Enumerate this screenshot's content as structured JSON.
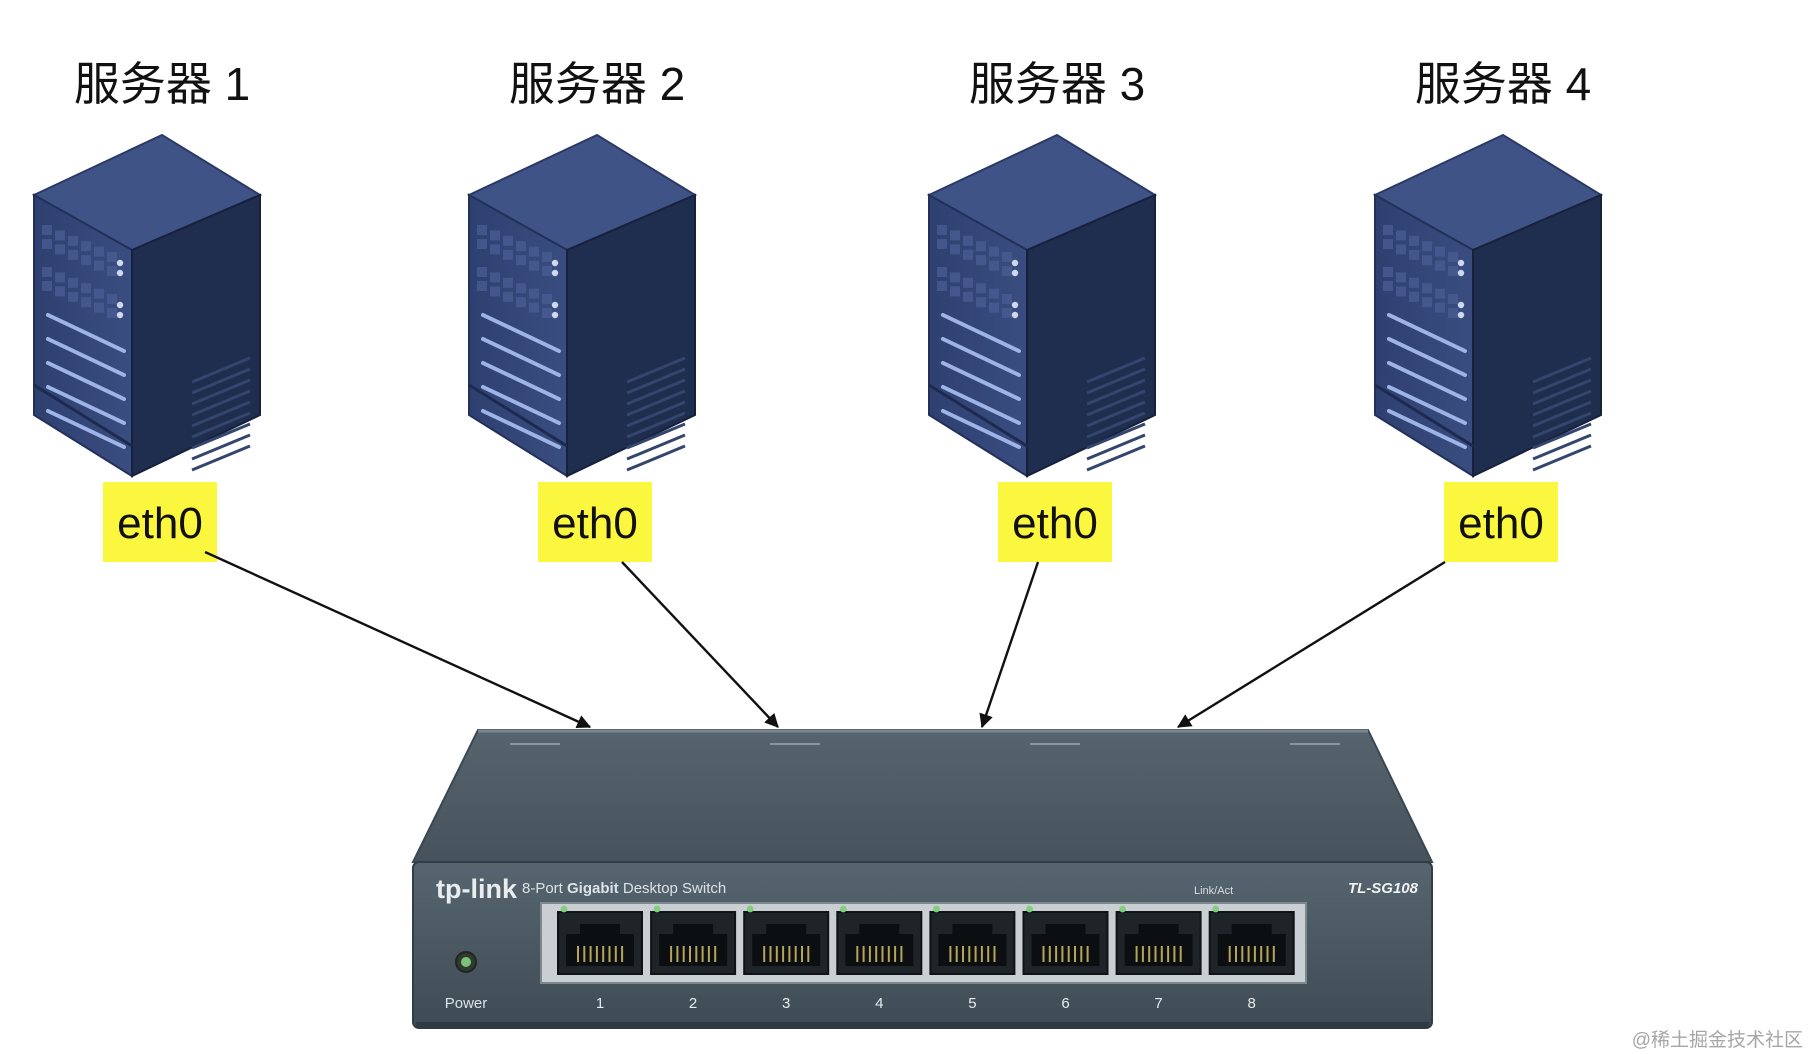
{
  "servers": [
    {
      "title": "服务器 1",
      "interface": "eth0"
    },
    {
      "title": "服务器 2",
      "interface": "eth0"
    },
    {
      "title": "服务器 3",
      "interface": "eth0"
    },
    {
      "title": "服务器 4",
      "interface": "eth0"
    }
  ],
  "switch": {
    "brand": "tp-link",
    "subtitle_prefix": "8-Port ",
    "subtitle_bold": "Gigabit",
    "subtitle_suffix": " Desktop Switch",
    "model": "TL-SG108",
    "link_act_label": "Link/Act",
    "power_label": "Power",
    "ports": [
      "1",
      "2",
      "3",
      "4",
      "5",
      "6",
      "7",
      "8"
    ]
  },
  "watermark": "@稀土掘金技术社区",
  "colors": {
    "interface_label_bg": "#fbf63e",
    "server_front": "#33467a",
    "server_side": "#1f2d4e",
    "server_top": "#3f5387",
    "switch_body": "#4d5b66",
    "connector_line": "#111111"
  },
  "icons": {
    "server": "server-tower-icon",
    "switch": "network-switch-icon",
    "port": "ethernet-port-icon",
    "power_led": "power-led-icon"
  }
}
